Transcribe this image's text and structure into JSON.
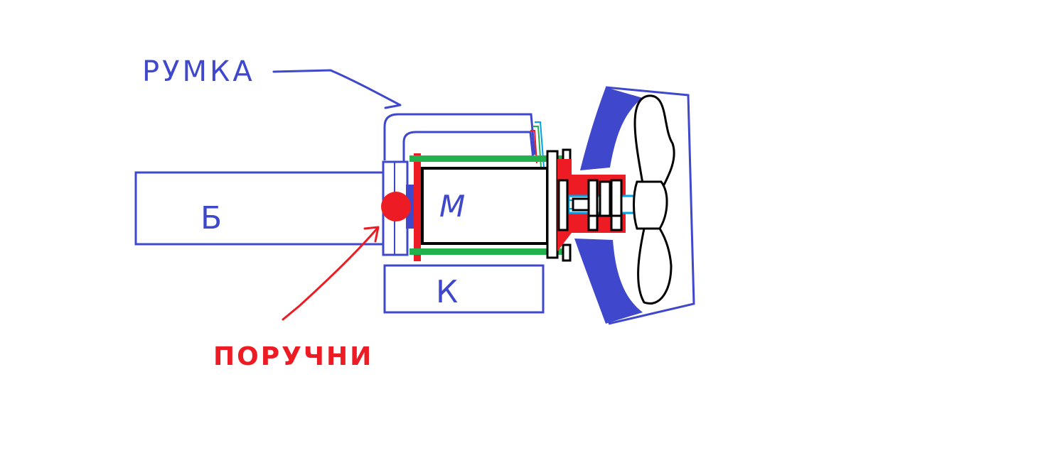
{
  "labels": {
    "rumka": "РУМКА",
    "battery": "Б",
    "motor": "М",
    "controller": "К",
    "poruchni": "ПОРУЧНИ"
  },
  "colors": {
    "background": "#ffffff",
    "blue": "#3f48cc",
    "red": "#ed1c24",
    "green": "#22b14c",
    "black": "#000000",
    "cyan": "#00a2e8"
  }
}
